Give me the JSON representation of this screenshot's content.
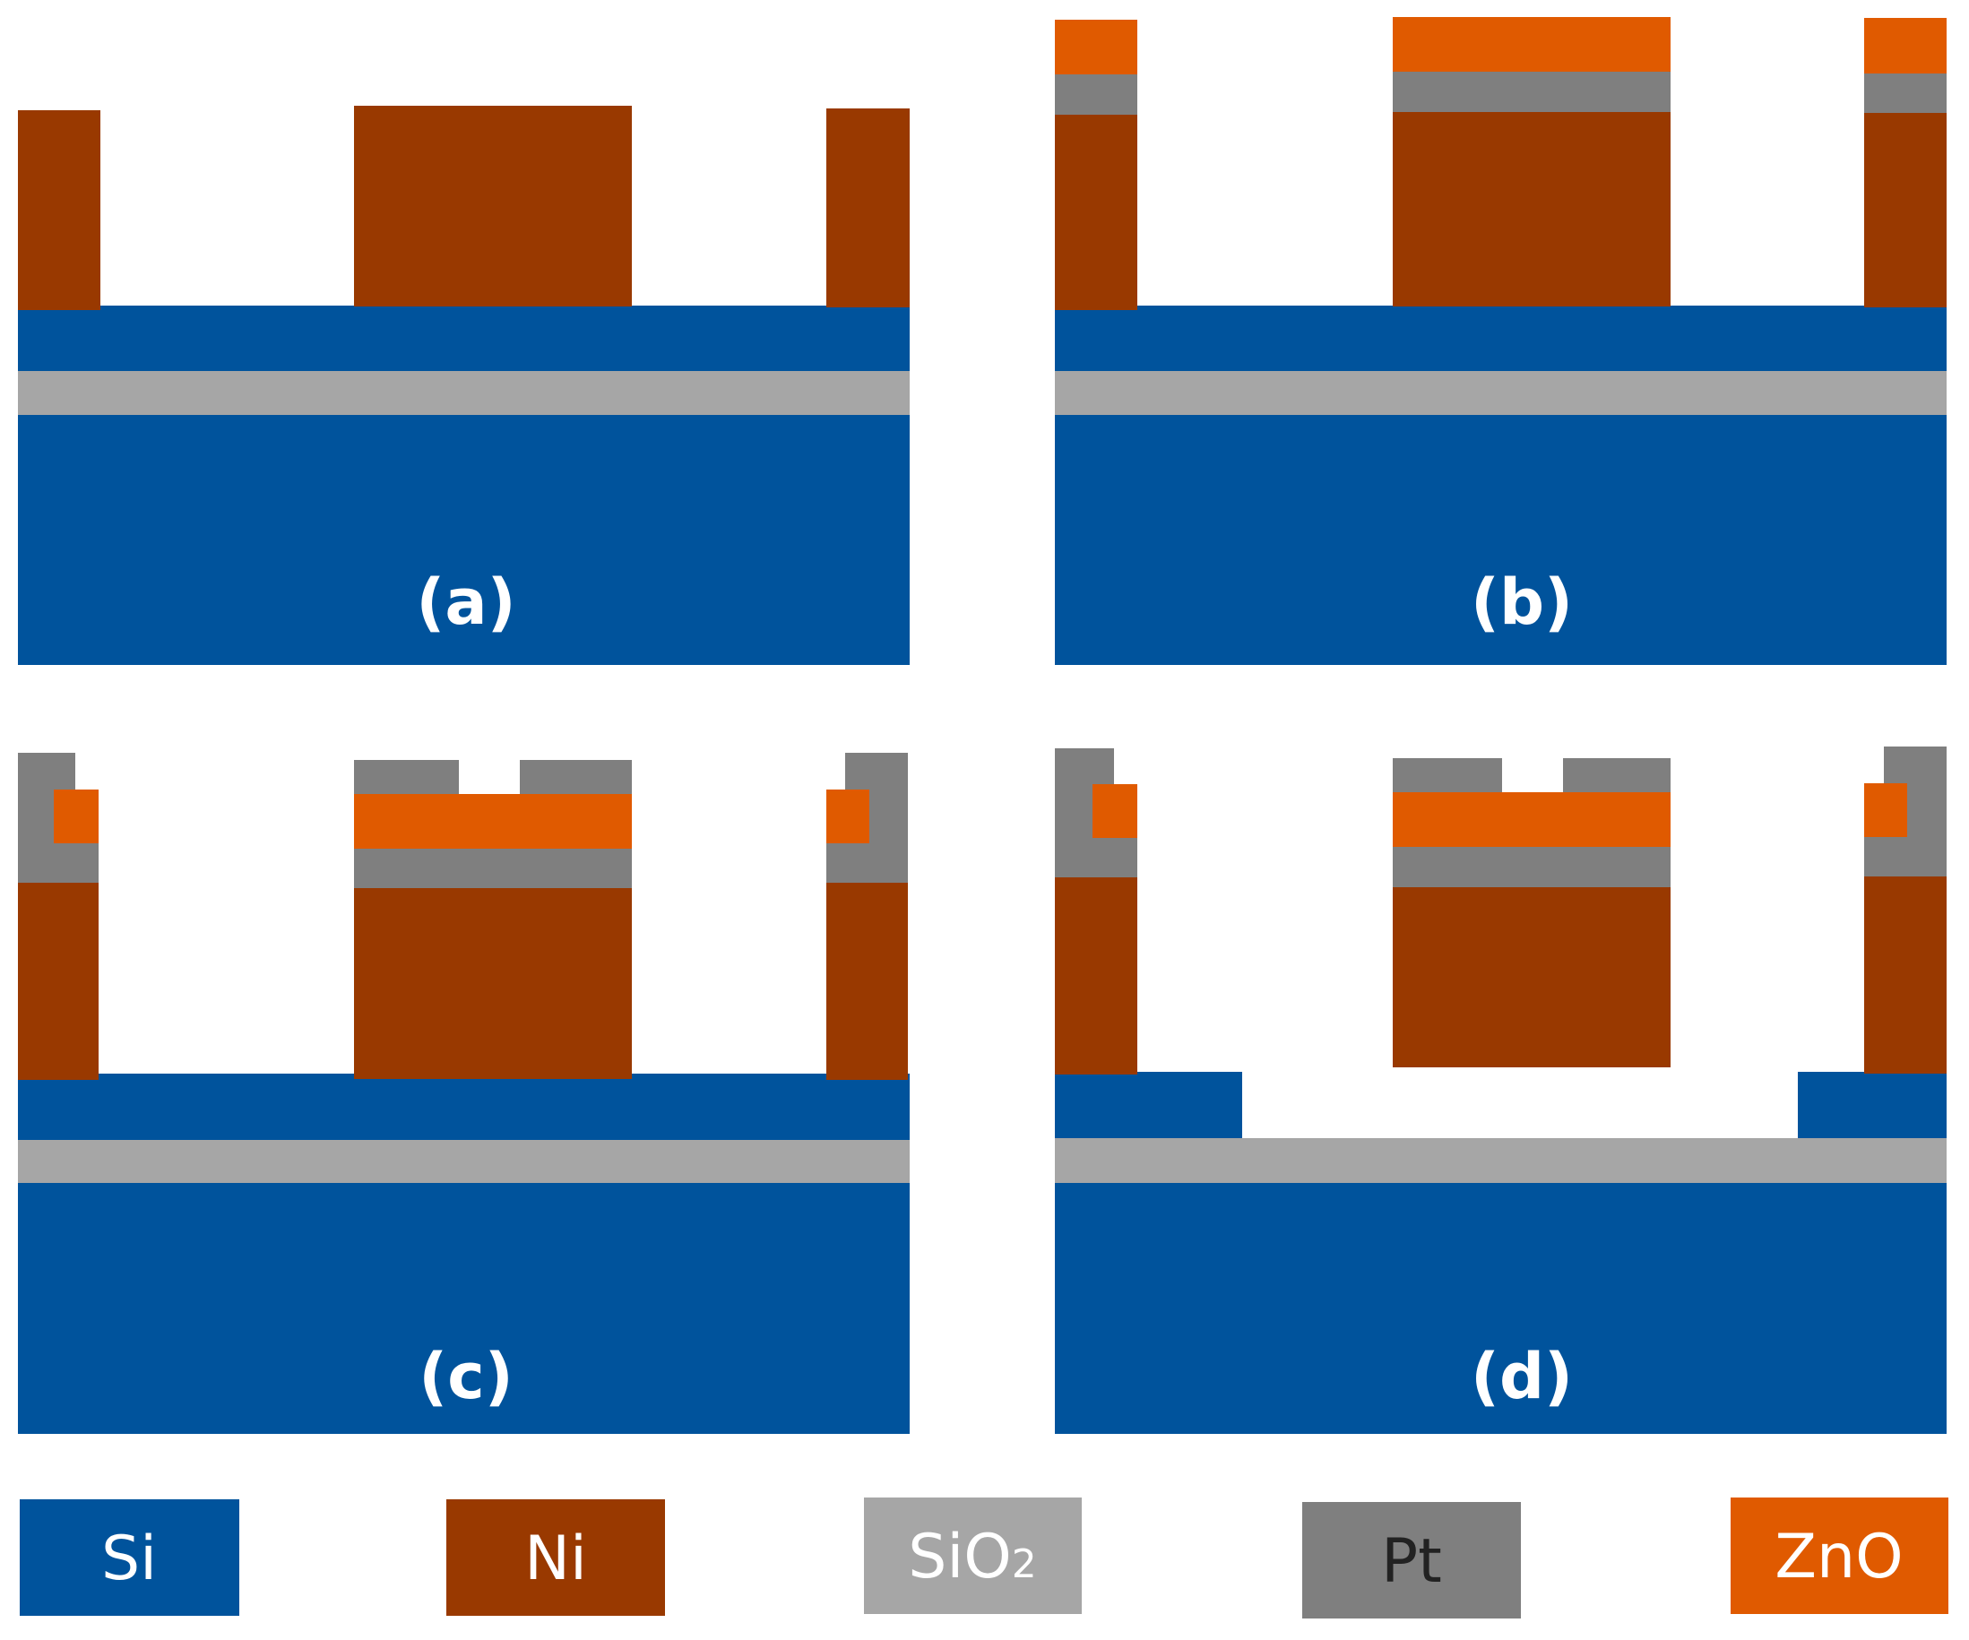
{
  "colors": {
    "Si": "#00539C",
    "Ni": "#993900",
    "SiO2": "#A6A6A6",
    "Pt": "#7F7F7F",
    "ZnO": "#E05A00"
  },
  "panels": [
    {
      "label": "(a)"
    },
    {
      "label": "(b)"
    },
    {
      "label": "(c)"
    },
    {
      "label": "(d)"
    }
  ],
  "legend": [
    {
      "material": "Si",
      "text": "Si",
      "text_color": "#ffffff"
    },
    {
      "material": "Ni",
      "text": "Ni",
      "text_color": "#ffffff"
    },
    {
      "material": "SiO2",
      "text": "SiO",
      "subscript": "2",
      "text_color": "#ffffff"
    },
    {
      "material": "Pt",
      "text": "Pt",
      "text_color": "#222222"
    },
    {
      "material": "ZnO",
      "text": "ZnO",
      "text_color": "#ffffff"
    }
  ]
}
